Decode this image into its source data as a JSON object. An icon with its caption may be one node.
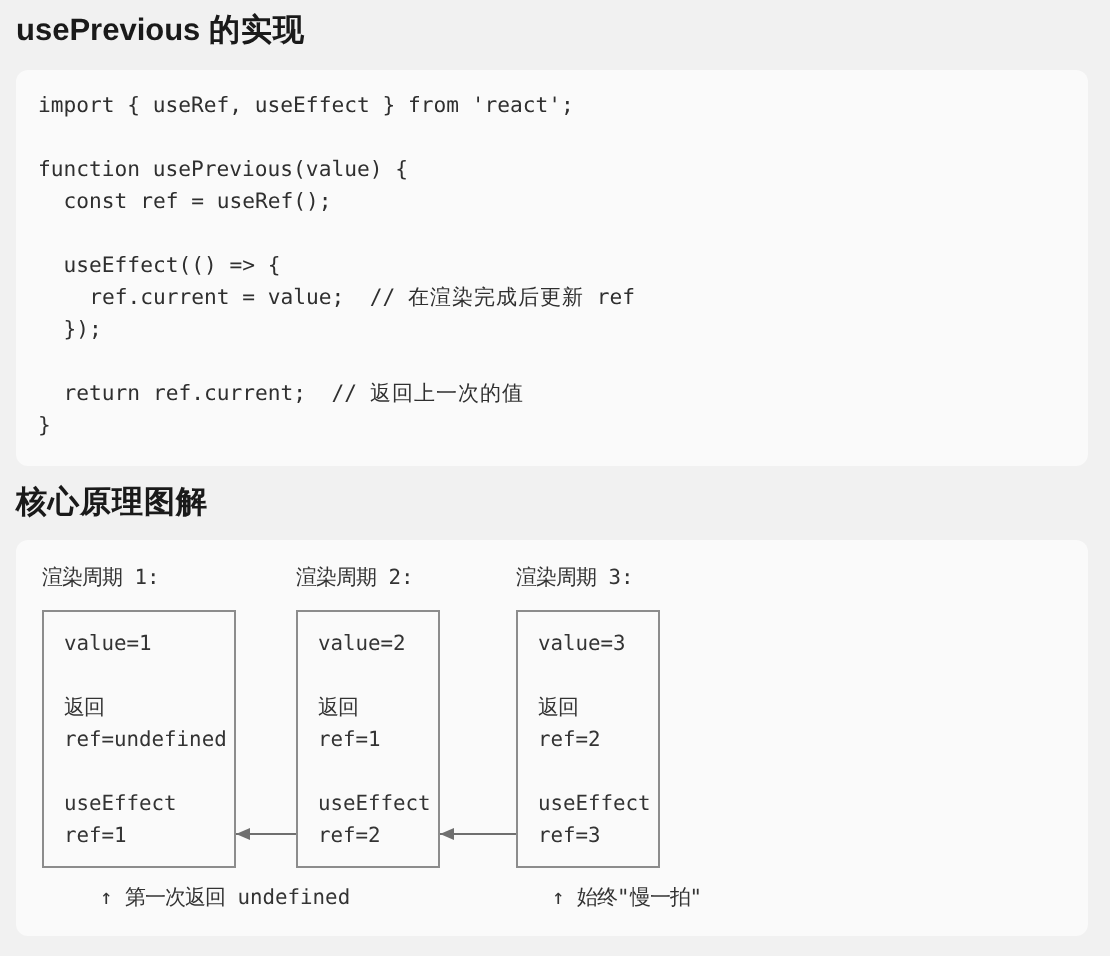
{
  "diagram": {
    "nodes": [
      {
        "text": [
          "usePrevious 的实现",
          "import { useRef, useEffect } from 'react';",
          "function usePrevious(value) {",
          "const ref = useRef();",
          "useEffect(() => {",
          "ref.current = value;  // 在渲染完成后更新 ref",
          "});",
          "return ref.current;  // 返回上一次的值",
          "}"
        ]
      },
      {
        "text": [
          "核心原理图解"
        ]
      },
      {
        "text": [
          "渲染周期 1:",
          "value=1",
          "返回",
          "ref=undefined",
          "useEffect",
          "ref=1"
        ],
        "in": 1,
        "beside": [
          "↑ 第一次返回 undefined"
        ]
      },
      {
        "text": [
          "渲染周期 2:",
          "value=2",
          "返回",
          "ref=1",
          "useEffect",
          "ref=2"
        ],
        "in": 1
      },
      {
        "text": [
          "渲染周期 3:",
          "value=3",
          "返回",
          "ref=2",
          "useEffect",
          "ref=3"
        ],
        "in": 1,
        "beside": [
          "↑ 始终\"慢一拍\""
        ]
      }
    ],
    "edges": [
      {
        "from": 3,
        "to": 2,
        "arrow": "to"
      },
      {
        "from": 4,
        "to": 3,
        "arrow": "to"
      }
    ]
  }
}
